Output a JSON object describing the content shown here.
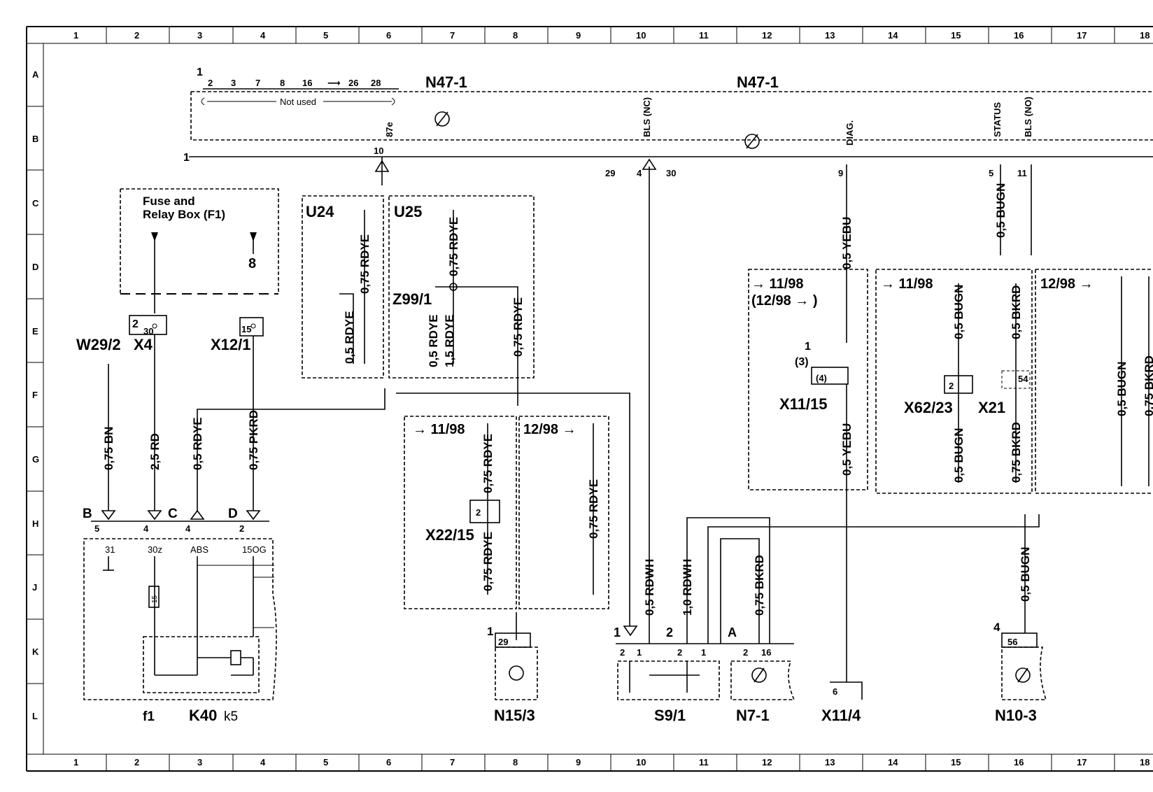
{
  "grid": {
    "columns": [
      "1",
      "2",
      "3",
      "4",
      "5",
      "6",
      "7",
      "8",
      "9",
      "10",
      "11",
      "12",
      "13",
      "14",
      "15",
      "16",
      "17",
      "18"
    ],
    "rows": [
      "A",
      "B",
      "C",
      "D",
      "E",
      "F",
      "G",
      "H",
      "J",
      "K",
      "L"
    ]
  },
  "top_connector": {
    "pins": [
      "2",
      "3",
      "7",
      "8",
      "16",
      "⟶",
      "26",
      "28"
    ],
    "label": "Not used",
    "ref_a": "N47-1",
    "ref_b": "N47-1"
  },
  "n47_terminals": {
    "t87e": "87e",
    "bls_nc": "BLS (NC)",
    "diag": "DIAG.",
    "status": "STATUS",
    "bls_no": "BLS (NO)",
    "p10": "10",
    "p29": "29",
    "p4": "4",
    "p30": "30",
    "p9": "9",
    "p5": "5",
    "p11": "11",
    "p1a": "1",
    "p1b": "1"
  },
  "fuse_box": {
    "title_line1": "Fuse and",
    "title_line2": "Relay Box (F1)",
    "pin8": "8"
  },
  "components": {
    "w29_2": "W29/2",
    "x4": "X4",
    "x12_1": "X12/1",
    "x4_p2": "2",
    "x4_p30": "30",
    "x12_p15": "15",
    "u24": "U24",
    "u25": "U25",
    "z99_1": "Z99/1",
    "x22_15": "X22/15",
    "x22_p2": "2",
    "n15_3": "N15/3",
    "n15_p29": "29",
    "n15_p1": "1",
    "s9_1": "S9/1",
    "n7_1": "N7-1",
    "x11_4": "X11/4",
    "x11_4_p6": "6",
    "n10_3": "N10-3",
    "n10_p56": "56",
    "n10_p4": "4",
    "x11_15": "X11/15",
    "x11_15_p3": "(3)",
    "x11_15_p4": "(4)",
    "x11_15_p1": "1",
    "x62_23": "X62/23",
    "x62_p2": "2",
    "x21": "X21",
    "x21_p54": "54",
    "k40": "K40",
    "k5": "k5",
    "f1": "f1"
  },
  "k40_pins": {
    "b": "B",
    "c": "C",
    "d": "D",
    "p5": "5",
    "p4a": "4",
    "p4b": "4",
    "p2": "2",
    "t31": "31",
    "t30z": "30z",
    "tabs": "ABS",
    "t15og": "15OG",
    "fuse15": "15"
  },
  "s9_pins": {
    "one": "1",
    "two": "2",
    "a": "A",
    "p2a": "2",
    "p1a": "1",
    "p2b": "2",
    "p1b": "1",
    "p2c": "2",
    "p16": "16"
  },
  "date_blocks": {
    "d1198a": "→ 11/98",
    "d1298a": "12/98  →",
    "d1198b": "→ 11/98",
    "d1298b": "(12/98 → )",
    "d1198c": "→ 11/98",
    "d1298c": "12/98  →"
  },
  "wires": {
    "w_075bn": "0,75 BN",
    "w_25rd": "2,5 RD",
    "w_05rdye": "0,5 RDYE",
    "w_075pkrd": "0,75 PKRD",
    "u24_a": "0,75 RDYE",
    "u24_b": "0,5 RDYE",
    "u25_a": "0,75 RDYE",
    "u25_b": "0,5 RDYE",
    "u25_c": "1,5 RDYE",
    "u25_d": "0,75 RDYE",
    "x22_a": "0,75 RDYE",
    "x22_b": "0,75 RDYE",
    "x22_c": "0,75 RDYE",
    "w_05rdwh": "0,5 RDWH",
    "w_10rdwh": "1,0 RDWH",
    "w_075bkrd": "0,75 BKRD",
    "w_05yebu_top": "0,5  YEBU",
    "w_05yebu_bot": "0,5 YEBU",
    "w_05bugn_top": "0,5 BUGN",
    "w_05bugn_bot": "0,5 BUGN",
    "x62_a": "0,5 BUGN",
    "x62_b": "0,5 BUGN",
    "x21_a": "0,5 BKRD",
    "x21_b": "0,75 BKRD",
    "r_a": "0,5 BUGN",
    "r_b": "0,75 BKRD"
  }
}
